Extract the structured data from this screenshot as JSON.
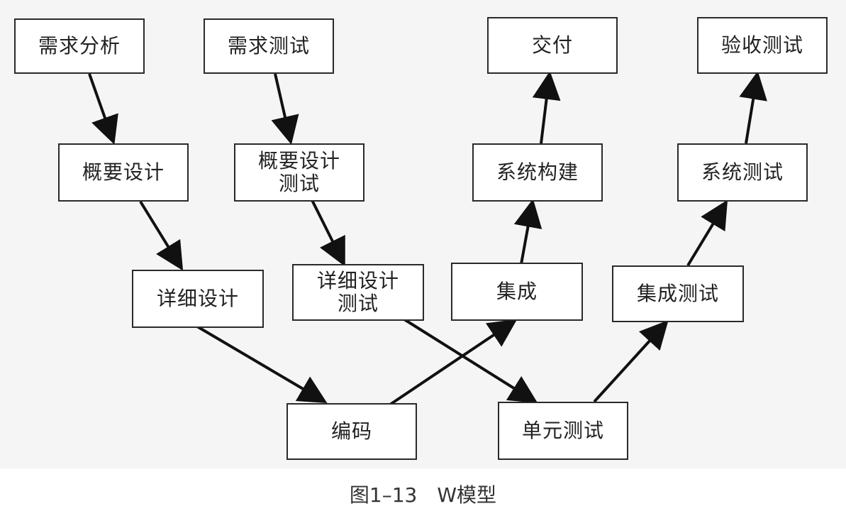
{
  "caption": "图1–13　W模型",
  "boxes": {
    "xuqiu_fenxi": "需求分析",
    "xuqiu_ceshi": "需求测试",
    "jiaofu": "交付",
    "yanshou_ceshi": "验收测试",
    "gaiyao_sheji": "概要设计",
    "gaiyao_sheji_ceshi": "概要设计\n测试",
    "xitong_goujian": "系统构建",
    "xitong_ceshi": "系统测试",
    "xiangxi_sheji": "详细设计",
    "xiangxi_sheji_ceshi": "详细设计\n测试",
    "jicheng": "集成",
    "jicheng_ceshi": "集成测试",
    "bianma": "编码",
    "danyuan_ceshi": "单元测试"
  },
  "colors": {
    "stroke": "#111111",
    "box_border": "#2a2a2a",
    "background": "#f5f5f5"
  }
}
